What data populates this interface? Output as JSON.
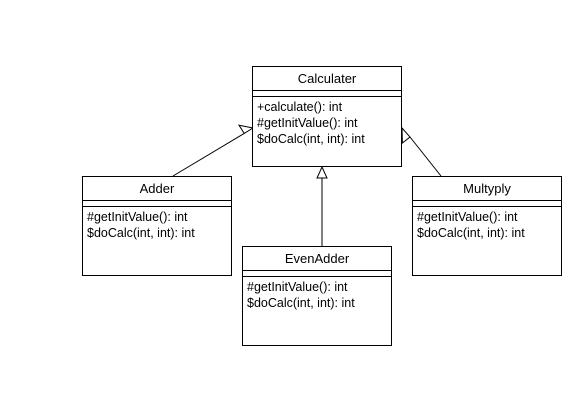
{
  "classes": {
    "calculater": {
      "name": "Calculater",
      "operations": [
        "+calculate(): int",
        "#getInitValue(): int",
        "$doCalc(int, int): int"
      ]
    },
    "adder": {
      "name": "Adder",
      "operations": [
        "#getInitValue(): int",
        "$doCalc(int, int): int"
      ]
    },
    "even_adder": {
      "name": "EvenAdder",
      "operations": [
        "#getInitValue(): int",
        "$doCalc(int, int): int"
      ]
    },
    "multyply": {
      "name": "Multyply",
      "operations": [
        "#getInitValue(): int",
        "$doCalc(int, int): int"
      ]
    }
  },
  "relations": [
    {
      "type": "generalization",
      "from": "adder",
      "to": "calculater"
    },
    {
      "type": "generalization",
      "from": "even_adder",
      "to": "calculater"
    },
    {
      "type": "generalization",
      "from": "multyply",
      "to": "calculater"
    }
  ],
  "colors": {
    "line": "#000000",
    "background": "#ffffff"
  }
}
